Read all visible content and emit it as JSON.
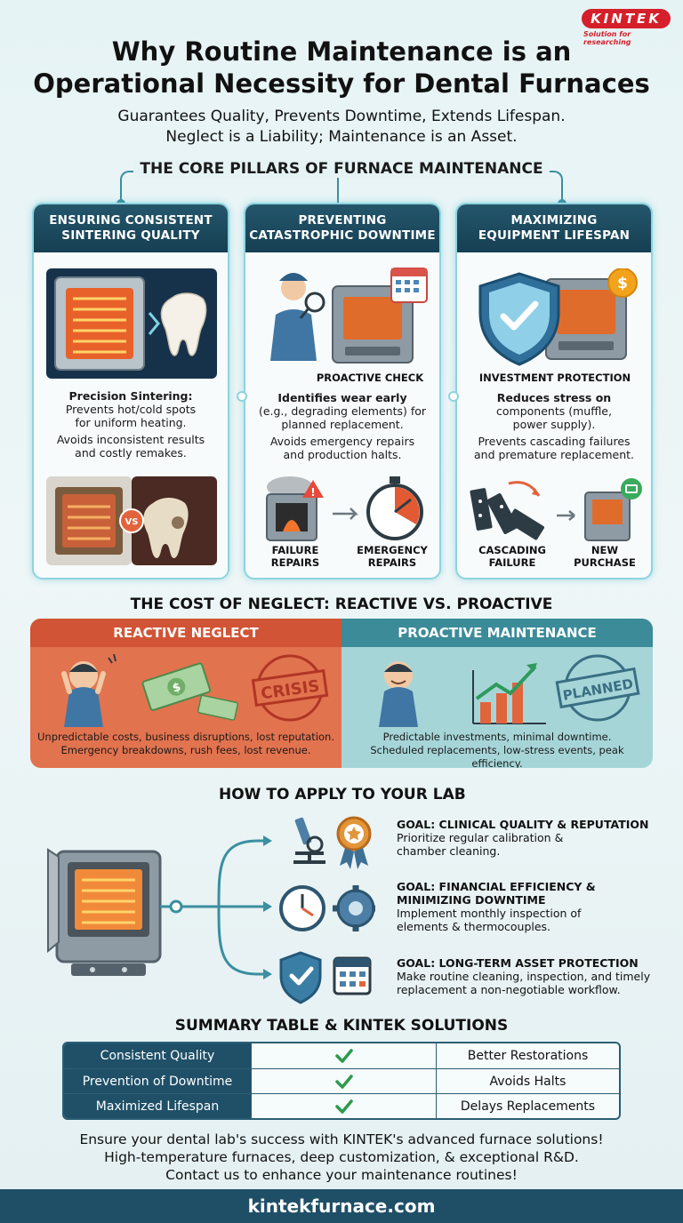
{
  "brand": {
    "logo_text": "KINTEK",
    "tagline": "Solution for researching",
    "accent": "#d51f2a"
  },
  "title": {
    "line1": "Why Routine Maintenance is an",
    "line2": "Operational Necessity for Dental Furnaces"
  },
  "subtitle": {
    "line1": "Guarantees Quality, Prevents Downtime, Extends Lifespan.",
    "line2": "Neglect is a Liability; Maintenance is an Asset."
  },
  "pillars": {
    "title": "THE CORE PILLARS OF FURNACE MAINTENANCE",
    "cards": [
      {
        "head1": "ENSURING CONSISTENT",
        "head2": "SINTERING QUALITY",
        "bold": "Precision Sintering:",
        "text1": "Prevents hot/cold spots",
        "text2": "for uniform heating.",
        "text3": "Avoids inconsistent results",
        "text4": "and costly remakes.",
        "vs": "VS"
      },
      {
        "head1": "PREVENTING",
        "head2": "CATASTROPHIC DOWNTIME",
        "image_caption": "PROACTIVE CHECK",
        "bold": "Identifies wear early",
        "text1": "(e.g., degrading elements) for",
        "text2": "planned replacement.",
        "text3": "Avoids emergency repairs",
        "text4": "and production halts.",
        "cap1a": "FAILURE",
        "cap1b": "REPAIRS",
        "cap2a": "EMERGENCY",
        "cap2b": "REPAIRS"
      },
      {
        "head1": "MAXIMIZING",
        "head2": "EQUIPMENT LIFESPAN",
        "image_caption": "INVESTMENT PROTECTION",
        "bold": "Reduces stress on",
        "text1": "components (muffle,",
        "text2": "power supply).",
        "text3": "Prevents cascading failures",
        "text4": "and premature replacement.",
        "cap1a": "CASCADING",
        "cap1b": "FAILURE",
        "cap2a": "NEW",
        "cap2b": "PURCHASE"
      }
    ]
  },
  "cost": {
    "title": "THE COST OF NEGLECT: REACTIVE VS. PROACTIVE",
    "reactive": {
      "head": "REACTIVE NEGLECT",
      "stamp": "CRISIS",
      "text1": "Unpredictable costs, business disruptions, lost reputation.",
      "text2": "Emergency breakdowns, rush fees, lost revenue.",
      "color": "#e2734f"
    },
    "proactive": {
      "head": "PROACTIVE MAINTENANCE",
      "stamp": "PLANNED",
      "text1": "Predictable investments, minimal downtime.",
      "text2": "Scheduled replacements, low-stress events, peak efficiency.",
      "color": "#a6d5d8"
    }
  },
  "apply": {
    "title": "HOW TO APPLY TO YOUR LAB",
    "goals": [
      {
        "h1": "GOAL: CLINICAL QUALITY & REPUTATION",
        "h2": "",
        "t1": "Prioritize regular calibration &",
        "t2": "chamber cleaning."
      },
      {
        "h1": "GOAL: FINANCIAL EFFICIENCY &",
        "h2": "MINIMIZING DOWNTIME",
        "t1": "Implement monthly inspection of",
        "t2": "elements & thermocouples."
      },
      {
        "h1": "GOAL: LONG-TERM ASSET PROTECTION",
        "h2": "",
        "t1": "Make routine cleaning, inspection, and timely",
        "t2": "replacement a non-negotiable workflow."
      }
    ]
  },
  "summary": {
    "title": "SUMMARY TABLE & KINTEK SOLUTIONS",
    "rows": [
      {
        "aspect": "Consistent Quality",
        "benefit": "Better Restorations"
      },
      {
        "aspect": "Prevention of Downtime",
        "benefit": "Avoids Halts"
      },
      {
        "aspect": "Maximized Lifespan",
        "benefit": "Delays Replacements"
      }
    ]
  },
  "footer": {
    "line1": "Ensure your dental lab's success with KINTEK's advanced furnace solutions!",
    "line2": "High-temperature furnaces, deep customization, & exceptional R&D.",
    "line3": "Contact us to enhance your maintenance routines!",
    "url": "kintekfurnace.com"
  }
}
